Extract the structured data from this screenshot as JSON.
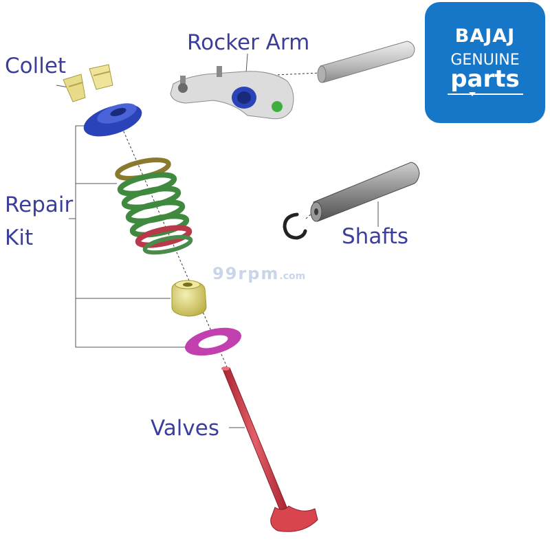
{
  "labels": {
    "collet": "Collet",
    "rocker_arm": "Rocker Arm",
    "repair": "Repair",
    "kit": "Kit",
    "shafts": "Shafts",
    "valves": "Valves"
  },
  "logo": {
    "brand": "BAJAJ",
    "line1": "GENUINE",
    "line2": "parts"
  },
  "watermark": {
    "main": "99rpm",
    "suffix": ".com"
  },
  "colors": {
    "label_text": "#3b3e9a",
    "logo_bg": "#1676c8",
    "collet": "#e8dc8a",
    "retainer": "#2a43b8",
    "spring_green": "#3f8a3f",
    "spring_red": "#b8394a",
    "seal": "#e4e08a",
    "washer": "#c13fae",
    "valve": "#d8454f",
    "rocker": "#dcdcdc",
    "shaft": "#9a9a9a"
  }
}
